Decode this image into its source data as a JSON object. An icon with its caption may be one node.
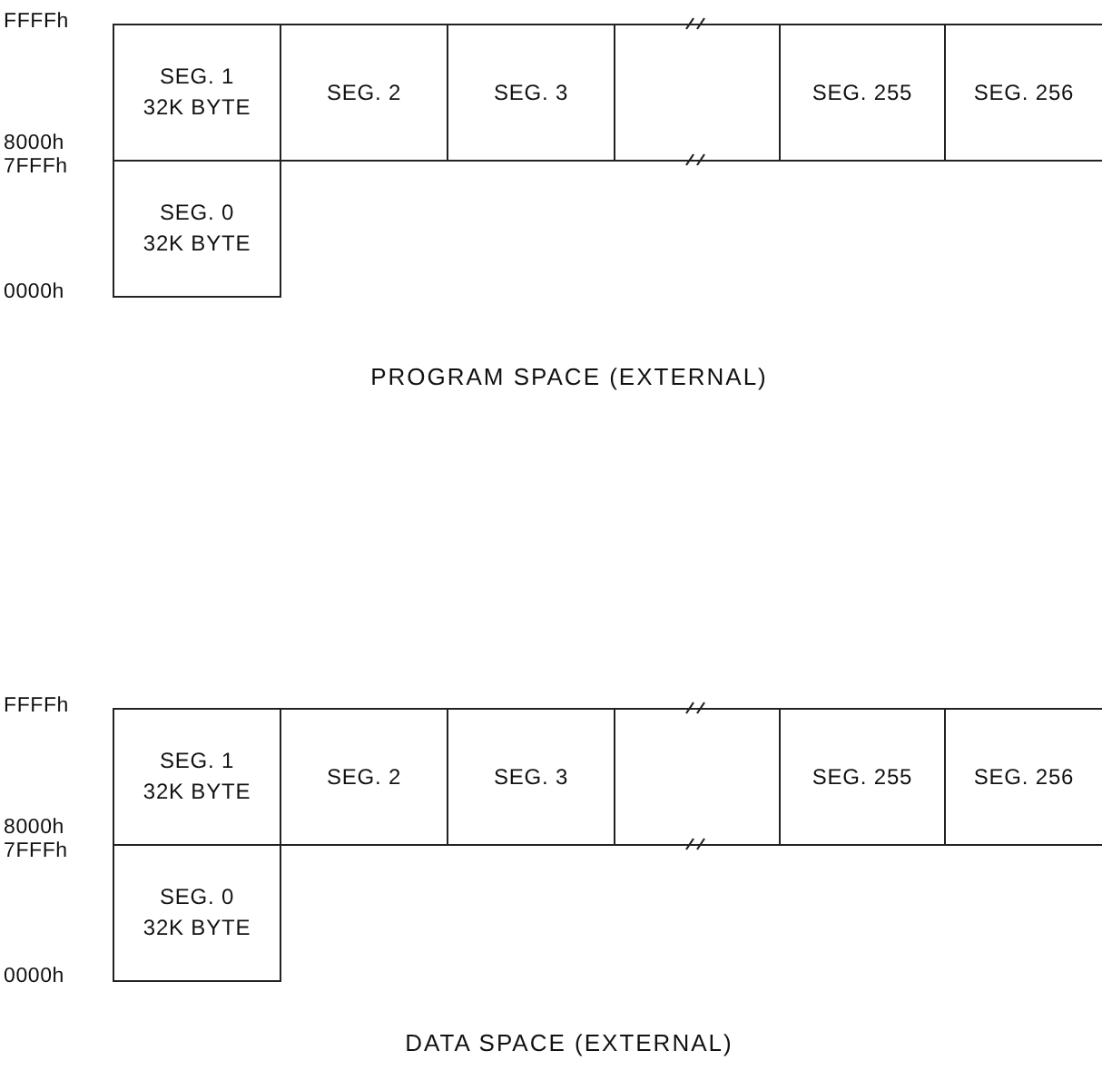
{
  "diagram": {
    "nodes": [
      {
        "text": [
          "SEG. 1 32K BYTE"
        ]
      },
      {
        "text": [
          "SEG. 2"
        ]
      },
      {
        "text": [
          "SEG. 3"
        ]
      },
      {
        "text": [],
        "shape": "box"
      },
      {
        "text": [
          "SEG. 255"
        ]
      },
      {
        "text": [
          "SEG. 256"
        ]
      },
      {
        "text": [
          "SEG. 0 32K BYTE"
        ]
      },
      {
        "text": [
          "SEG. 1 32K BYTE"
        ]
      },
      {
        "text": [
          "SEG. 2"
        ]
      },
      {
        "text": [
          "SEG. 3"
        ]
      },
      {
        "text": [],
        "shape": "box"
      },
      {
        "text": [
          "SEG. 255"
        ]
      },
      {
        "text": [
          "SEG. 256"
        ]
      },
      {
        "text": [
          "SEG. 0 32K BYTE"
        ]
      }
    ],
    "labels": [
      "FFFFh",
      "8000h",
      "7FFFh",
      "0000h",
      "PROGRAM SPACE (EXTERNAL)",
      "FFFFh",
      "8000h",
      "7FFFh",
      "0000h",
      "DATA SPACE (EXTERNAL)"
    ]
  }
}
